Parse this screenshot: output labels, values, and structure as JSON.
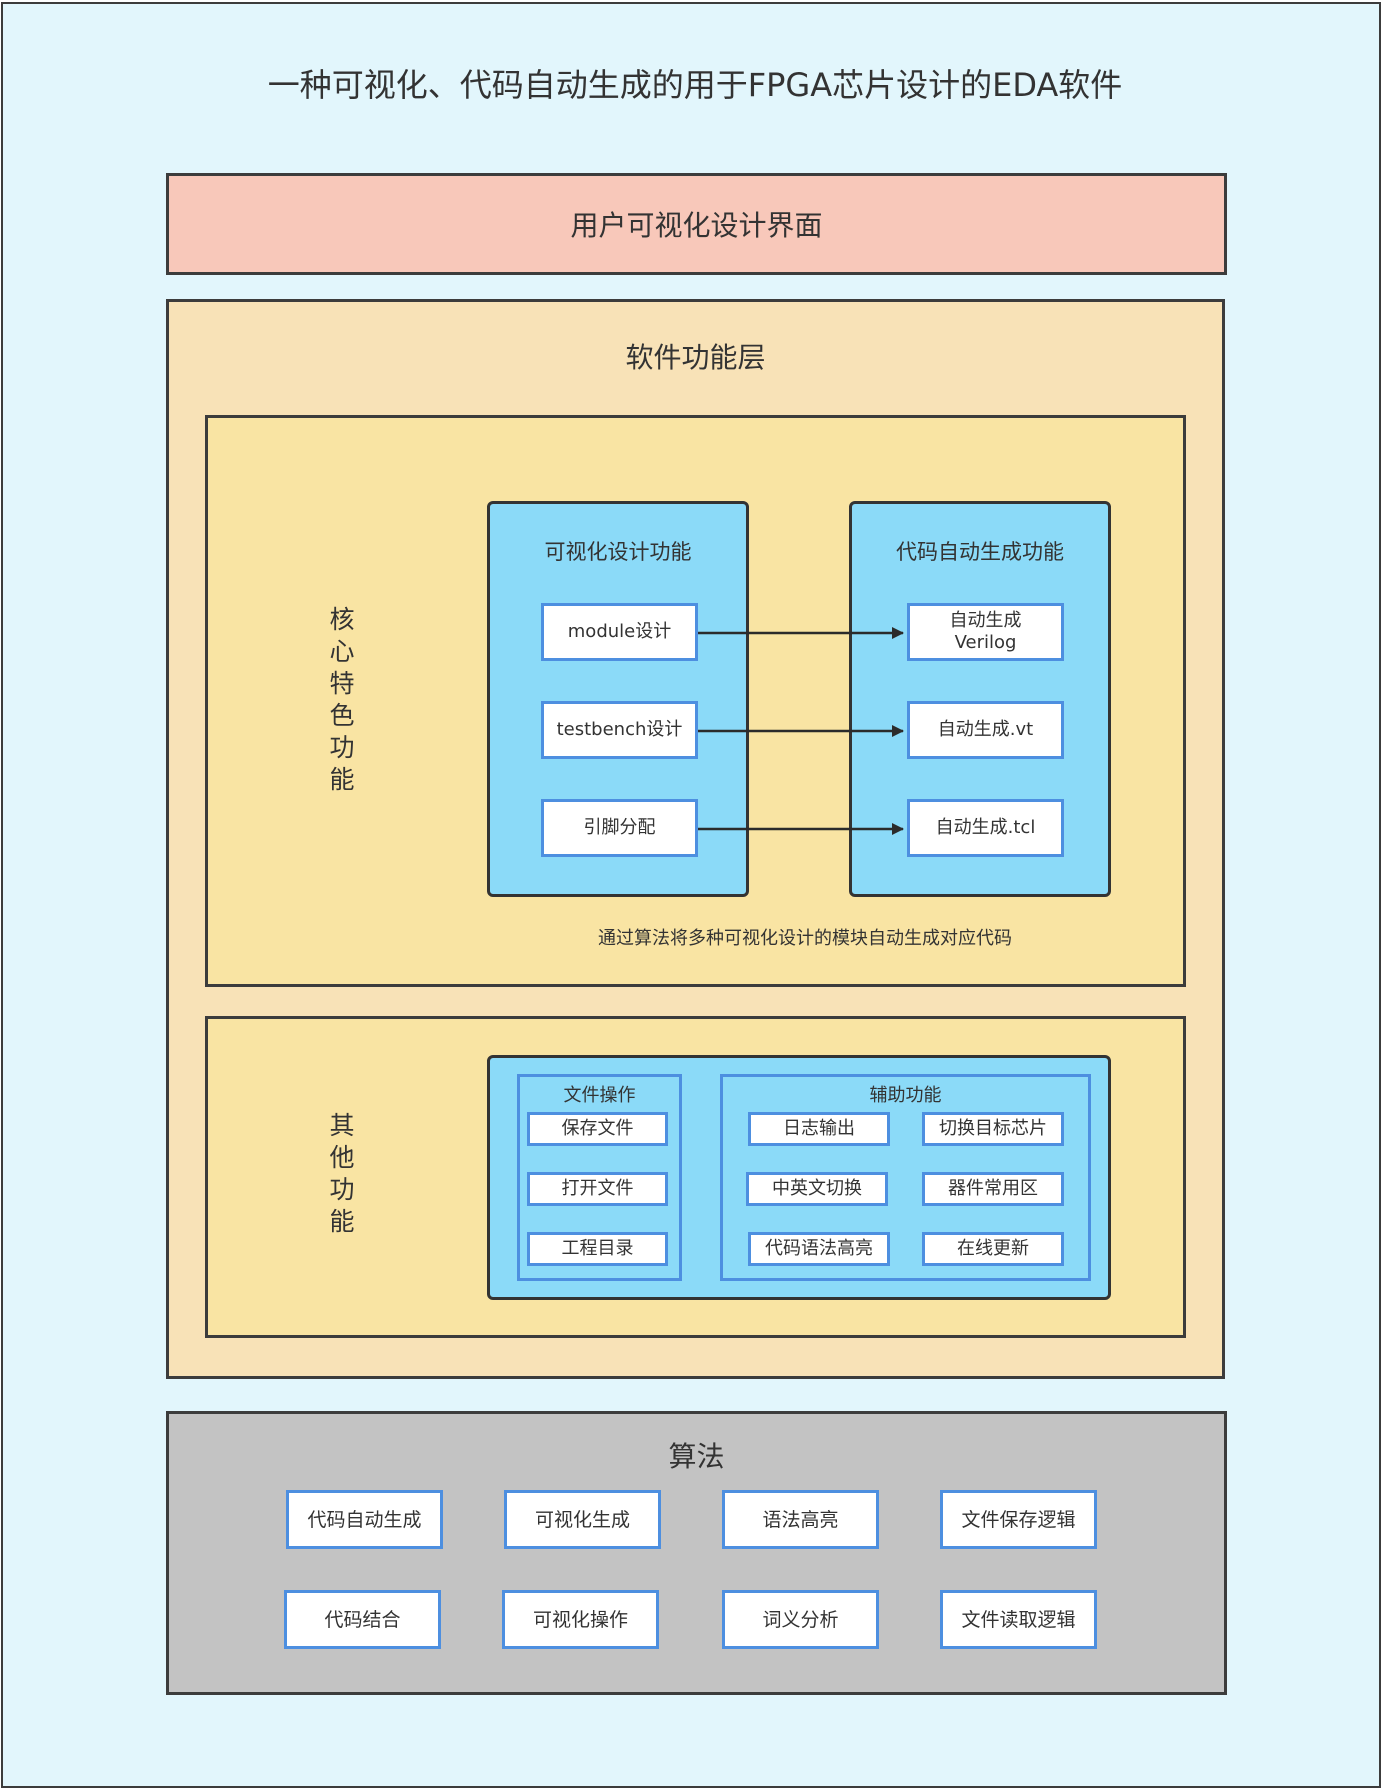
{
  "title": "一种可视化、代码自动生成的用于FPGA芯片设计的EDA软件",
  "ui_layer": {
    "label": "用户可视化设计界面"
  },
  "function_layer": {
    "title": "软件功能层",
    "core": {
      "label_chars": [
        "核",
        "心",
        "特",
        "色",
        "功",
        "能"
      ],
      "visual_design": {
        "title": "可视化设计功能",
        "items": [
          "module设计",
          "testbench设计",
          "引脚分配"
        ]
      },
      "code_gen": {
        "title": "代码自动生成功能",
        "items": [
          {
            "line1": "自动生成",
            "line2": "Verilog"
          },
          {
            "line1": "自动生成.vt",
            "line2": ""
          },
          {
            "line1": "自动生成.tcl",
            "line2": ""
          }
        ]
      },
      "caption": "通过算法将多种可视化设计的模块自动生成对应代码"
    },
    "other": {
      "label_chars": [
        "其",
        "他",
        "功",
        "能"
      ],
      "file_ops": {
        "title": "文件操作",
        "items": [
          "保存文件",
          "打开文件",
          "工程目录"
        ]
      },
      "aux": {
        "title": "辅助功能",
        "items": [
          "日志输出",
          "切换目标芯片",
          "中英文切换",
          "器件常用区",
          "代码语法高亮",
          "在线更新"
        ]
      }
    }
  },
  "algorithm": {
    "title": "算法",
    "items": [
      "代码自动生成",
      "可视化生成",
      "语法高亮",
      "文件保存逻辑",
      "代码结合",
      "可视化操作",
      "词义分析",
      "文件读取逻辑"
    ]
  },
  "colors": {
    "background": "#e2f6fc",
    "ui_layer": "#f8c8ba",
    "function_layer": "#f8e2b7",
    "inner_box": "#f9e4a3",
    "blue_panel": "#8bdaf8",
    "box_border": "#4d8fe0",
    "algorithm_layer": "#c3c3c3"
  }
}
